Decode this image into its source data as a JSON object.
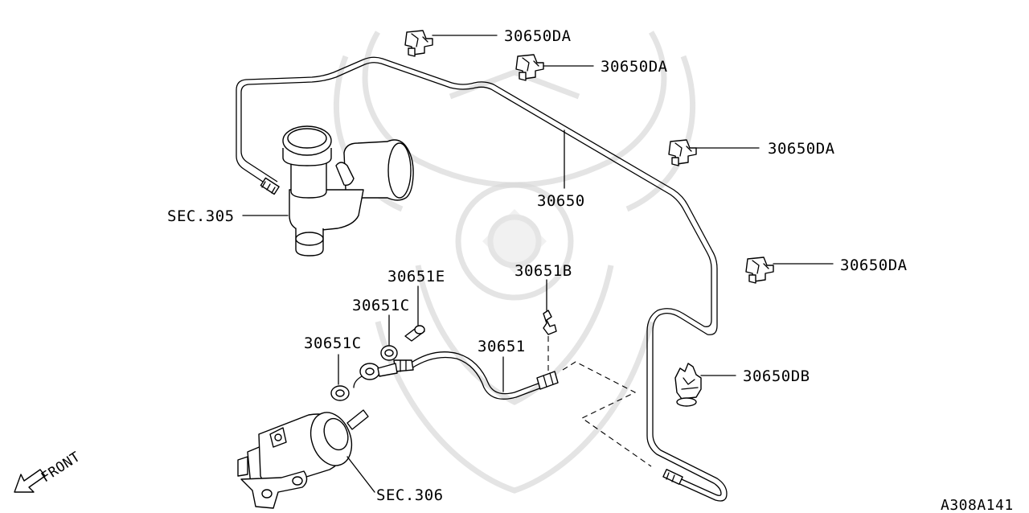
{
  "diagram_id": "A308A141",
  "front_label": "FRONT",
  "callouts": {
    "clip_1": "30650DA",
    "clip_2": "30650DA",
    "clip_3": "30650DA",
    "clip_4": "30650DA",
    "bracket": "30650DB",
    "tube": "30650",
    "master_cylinder": "SEC.305",
    "operating_cylinder": "SEC.306",
    "bolt": "30651E",
    "washer_upper": "30651C",
    "washer_lower": "30651C",
    "lock_plate": "30651B",
    "hose": "30651"
  }
}
